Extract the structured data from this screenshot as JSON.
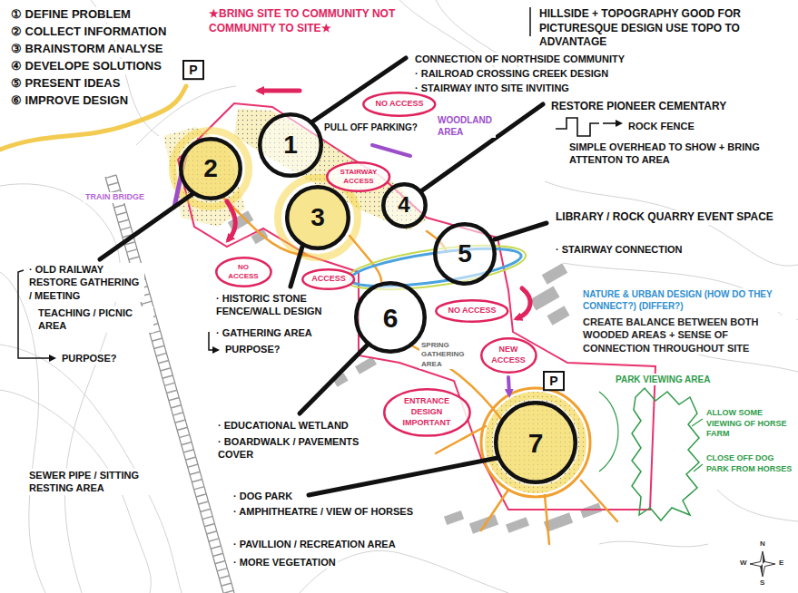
{
  "diagram": {
    "nodes": [
      {
        "text": [
          "P"
        ]
      },
      {
        "text": [
          "1"
        ]
      },
      {
        "text": [
          "NO ACCESS"
        ]
      },
      {
        "text": [
          "2"
        ]
      },
      {
        "text": [
          "3"
        ]
      },
      {
        "text": [
          "STAIRWAY ACCESS"
        ]
      },
      {
        "text": [
          "4"
        ]
      },
      {
        "text": [
          "NO ACCESS"
        ]
      },
      {
        "text": [
          "5"
        ]
      },
      {
        "text": [
          "ACCESS"
        ]
      },
      {
        "text": [
          "6"
        ]
      },
      {
        "text": [
          "NO ACCESS"
        ]
      },
      {
        "text": [
          "NEW ACCESS"
        ]
      },
      {
        "text": [
          "P"
        ]
      },
      {
        "text": [
          "ENTRANCE DESIGN IMPORTANT"
        ]
      },
      {
        "text": [
          "7"
        ]
      }
    ],
    "labels": [
      "① DEFINE PROBLEM",
      "② COLLECT INFORMATION",
      "③ BRAINSTORM ANALYSE",
      "④ DEVELOPE SOLUTIONS",
      "⑤ PRESENT IDEAS",
      "⑥ IMPROVE DESIGN",
      "★BRING SITE TO COMMUNITY NOT COMMUNITY TO SITE★",
      "HILLSIDE + TOPOGRAPHY GOOD FOR PICTURESQUE DESIGN USE TOPO TO ADVANTAGE",
      "CONNECTION OF NORTHSIDE COMMUNITY",
      "· RAILROAD CROSSING CREEK DESIGN",
      "· STAIRWAY INTO SITE INVITING",
      "RESTORE PIONEER CEMENTARY",
      "ROCK FENCE",
      "SIMPLE OVERHEAD TO SHOW + BRING ATTENTON TO AREA",
      "LIBRARY / ROCK QUARRY EVENT SPACE",
      "· STAIRWAY CONNECTION",
      "NATURE & URBAN DESIGN (HOW DO THEY CONNECT?) (DIFFER?)",
      "CREATE BALANCE BETWEEN BOTH WOODED AREAS + SENSE OF CONNECTION THROUGHOUT SITE",
      "PARK VIEWING AREA",
      "ALLOW SOME VIEWING OF HORSE FARM",
      "CLOSE OFF DOG PARK FROM HORSES",
      "PULL OFF PARKING?",
      "WOODLAND AREA",
      "TRAIN BRIDGE",
      "· OLD RAILWAY RESTORE GATHERING / MEETING",
      "TEACHING / PICNIC AREA",
      "PURPOSE?",
      "· HISTORIC STONE FENCE/WALL DESIGN",
      "· GATHERING AREA",
      "PURPOSE?",
      "· EDUCATIONAL WETLAND",
      "· BOARDWALK / PAVEMENTS COVER",
      "SEWER PIPE / SITTING RESTING AREA",
      "· DOG PARK",
      "· AMPHITHEATRE / VIEW OF HORSES",
      "· PAVILLION / RECREATION AREA",
      "· MORE VEGETATION",
      "SPRING GATHERING AREA",
      "N",
      "E",
      "S",
      "W"
    ]
  }
}
